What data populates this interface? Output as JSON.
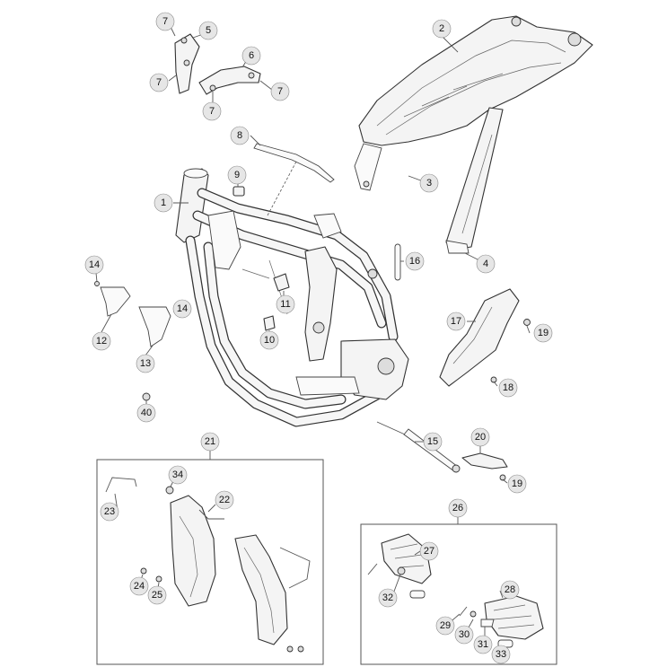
{
  "callouts": {
    "c1": "1",
    "c2": "2",
    "c3": "3",
    "c4": "4",
    "c5": "5",
    "c6": "6",
    "c7a": "7",
    "c7b": "7",
    "c7c": "7",
    "c7d": "7",
    "c8": "8",
    "c9": "9",
    "c10": "10",
    "c11": "11",
    "c12": "12",
    "c13": "13",
    "c14a": "14",
    "c14b": "14",
    "c15": "15",
    "c16": "16",
    "c17": "17",
    "c18": "18",
    "c19a": "19",
    "c19b": "19",
    "c20": "20",
    "c21": "21",
    "c22": "22",
    "c23": "23",
    "c24": "24",
    "c25": "25",
    "c26": "26",
    "c27": "27",
    "c28": "28",
    "c29": "29",
    "c30": "30",
    "c31": "31",
    "c32": "32",
    "c33": "33",
    "c34": "34",
    "c40": "40"
  },
  "colors": {
    "callout_fill": "#e6e6e6",
    "line": "#333333",
    "part_fill": "#f4f4f4"
  }
}
